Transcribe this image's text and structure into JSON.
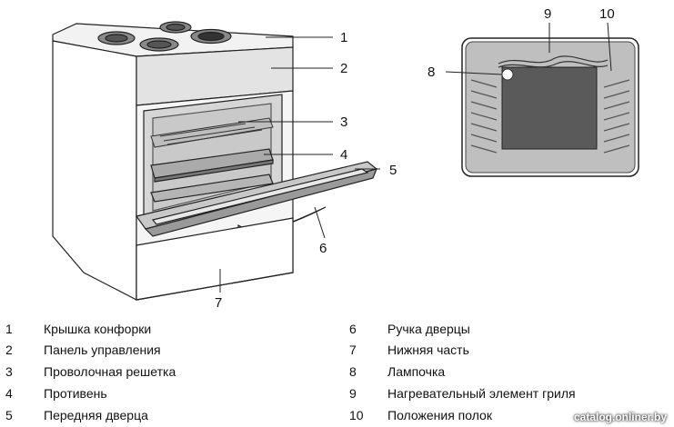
{
  "callouts": {
    "n1": "1",
    "n2": "2",
    "n3": "3",
    "n4": "4",
    "n5": "5",
    "n6": "6",
    "n7": "7",
    "n8": "8",
    "n9": "9",
    "n10": "10"
  },
  "legend": [
    {
      "num": "1",
      "text": "Крышка конфорки"
    },
    {
      "num": "2",
      "text": "Панель управления"
    },
    {
      "num": "3",
      "text": "Проволочная решетка"
    },
    {
      "num": "4",
      "text": "Противень"
    },
    {
      "num": "5",
      "text": "Передняя дверца"
    },
    {
      "num": "6",
      "text": "Ручка дверцы"
    },
    {
      "num": "7",
      "text": "Нижняя часть"
    },
    {
      "num": "8",
      "text": "Лампочка"
    },
    {
      "num": "9",
      "text": "Нагревательный элемент гриля"
    },
    {
      "num": "10",
      "text": "Положения полок"
    }
  ],
  "watermark": "catalog.onliner.by",
  "colors": {
    "outline": "#222222",
    "panel": "#e6e6e6",
    "cavity": "#d9d9d9",
    "dark": "#444444"
  }
}
